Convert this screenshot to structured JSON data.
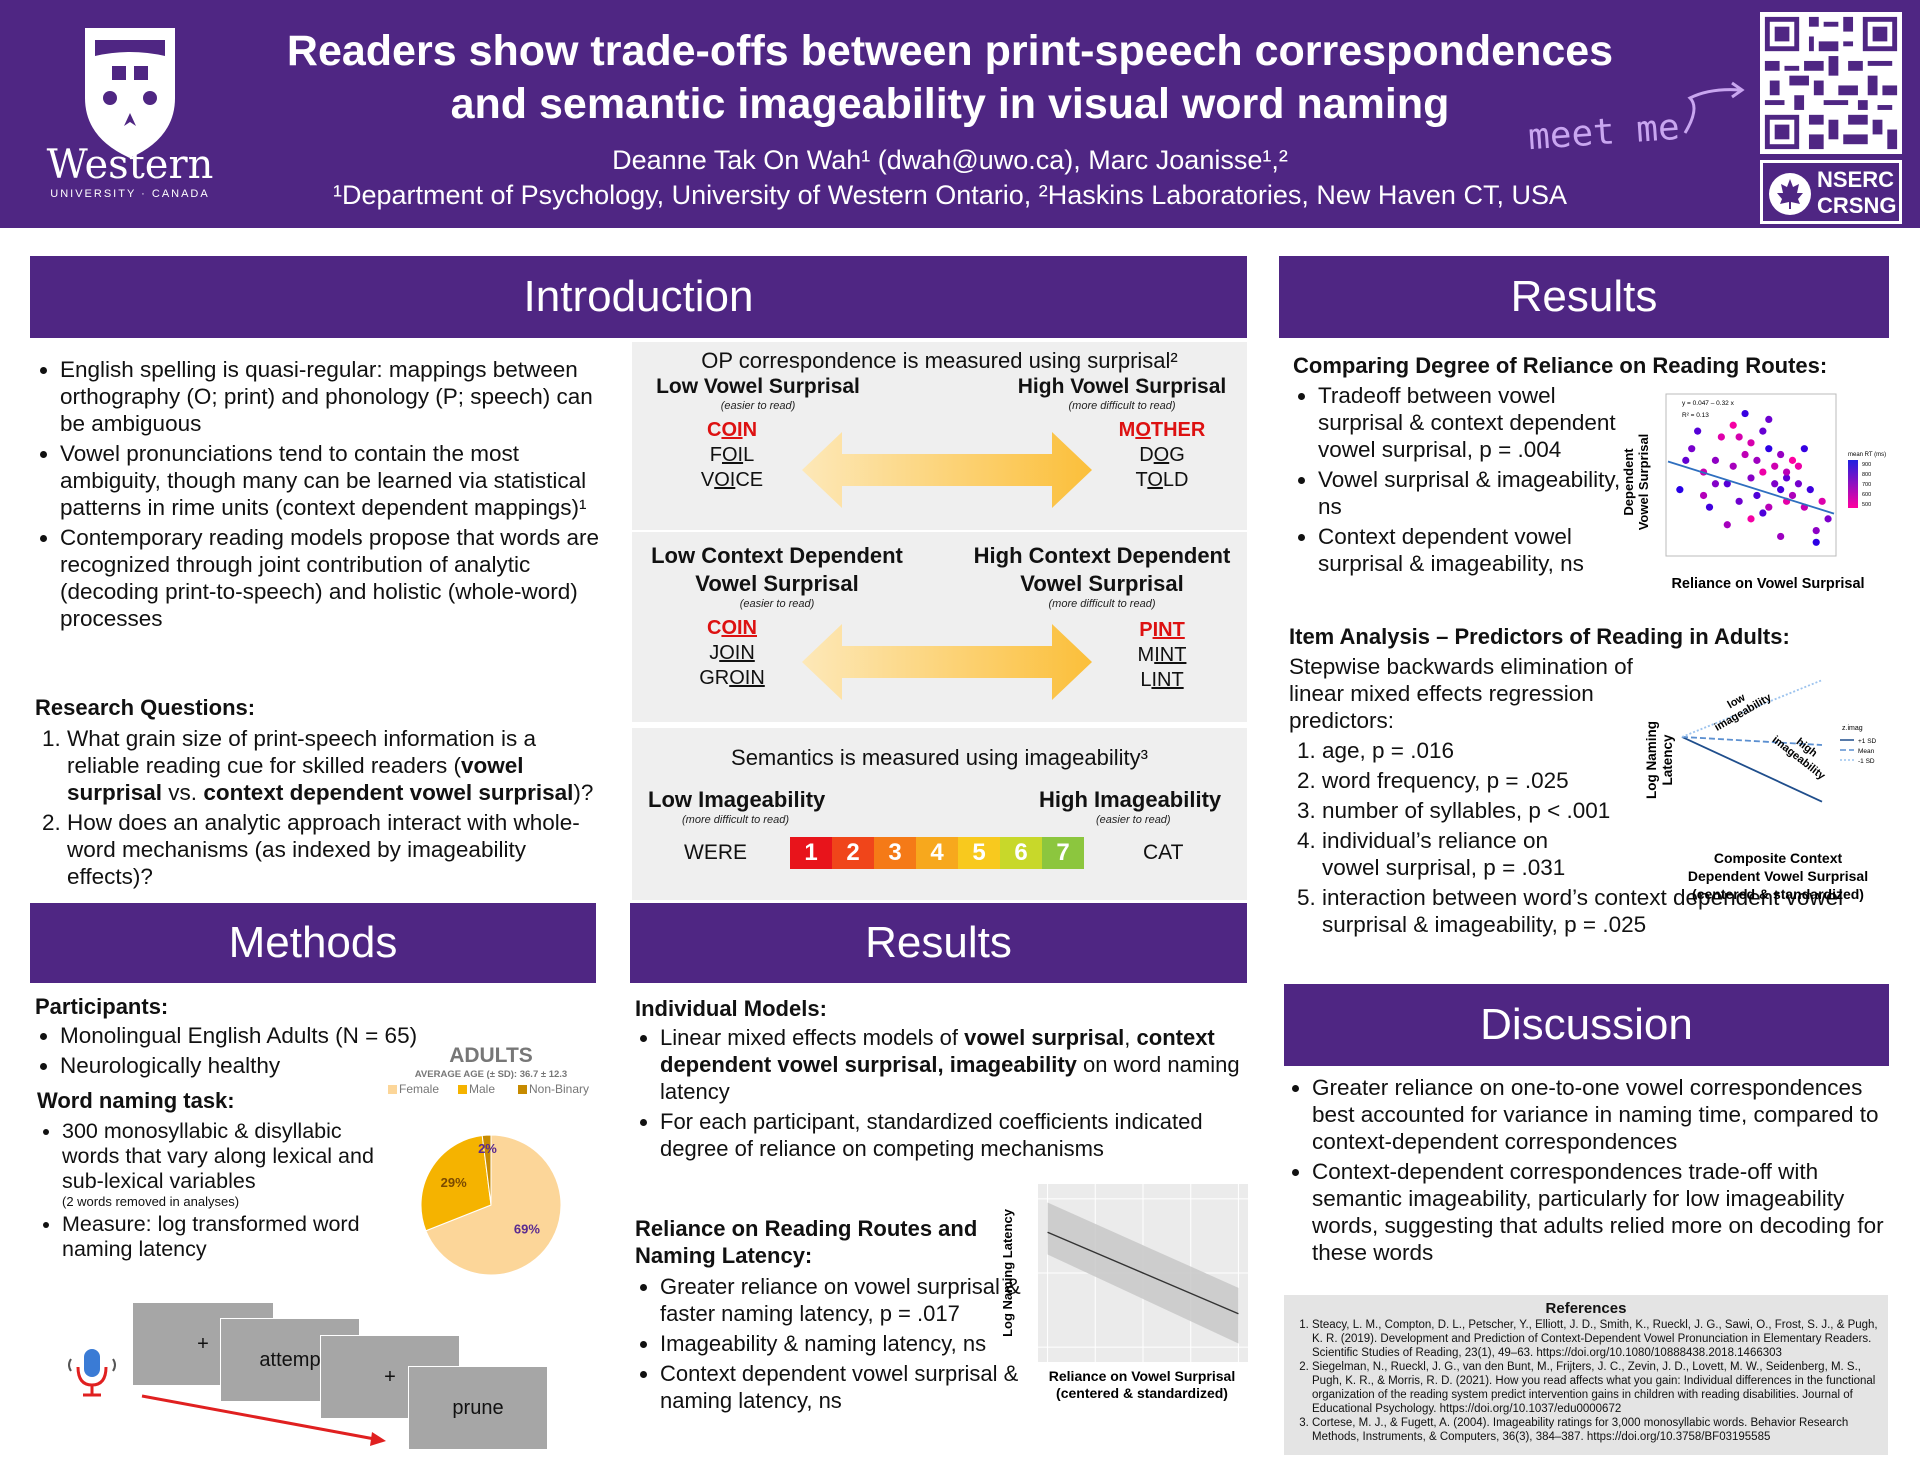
{
  "header": {
    "title_line1": "Readers show trade-offs between print-speech correspondences",
    "title_line2": "and semantic imageability in visual word naming",
    "authors": "Deanne Tak On Wah¹ (dwah@uwo.ca), Marc Joanisse¹,²",
    "affiliations": "¹Department of Psychology, University of Western Ontario, ²Haskins Laboratories, New Haven CT, USA",
    "logo_text": "Western",
    "logo_sub": "UNIVERSITY · CANADA",
    "meet_me": "meet me",
    "nserc_line1": "NSERC",
    "nserc_line2": "CRSNG"
  },
  "intro": {
    "heading": "Introduction",
    "bullets": [
      "English spelling is quasi-regular: mappings between orthography (O; print) and phonology (P; speech) can be ambiguous",
      "Vowel pronunciations tend to contain the most ambiguity, though many can be learned via statistical patterns in rime units (context dependent mappings)¹",
      "Contemporary reading models propose that words are recognized through joint contribution of analytic (decoding print-to-speech) and holistic (whole-word) processes"
    ],
    "rq_heading": "Research Questions:",
    "rq1_a": "What grain size of print-speech information is a reliable reading cue for skilled readers (",
    "rq1_b": "vowel surprisal",
    "rq1_c": " vs. ",
    "rq1_d": "context dependent vowel surprisal",
    "rq1_e": ")?",
    "rq2": "How does an analytic approach interact with whole-word mechanisms (as indexed by imageability effects)?"
  },
  "op_box": {
    "title": "OP correspondence is measured using surprisal²",
    "low": "Low Vowel Surprisal",
    "low_note": "(easier to read)",
    "high": "High Vowel Surprisal",
    "high_note": "(more difficult to read)",
    "low_words": [
      "COIN",
      "FOIL",
      "VOICE"
    ],
    "high_words": [
      "MOTHER",
      "DOG",
      "TOLD"
    ]
  },
  "cd_box": {
    "low": "Low Context Dependent Vowel Surprisal",
    "low_note": "(easier to read)",
    "high": "High Context Dependent Vowel Surprisal",
    "high_note": "(more difficult to read)",
    "low_words": [
      "COIN",
      "JOIN",
      "GROIN"
    ],
    "high_words": [
      "PINT",
      "MINT",
      "LINT"
    ]
  },
  "img_box": {
    "title": "Semantics is measured using imageability³",
    "low": "Low Imageability",
    "low_note": "(more difficult to read)",
    "high": "High Imageability",
    "high_note": "(easier to read)",
    "low_word": "WERE",
    "high_word": "CAT",
    "scale": [
      "1",
      "2",
      "3",
      "4",
      "5",
      "6",
      "7"
    ],
    "scale_colors": [
      "#e8141b",
      "#f0451a",
      "#f57a17",
      "#f7a81d",
      "#f8c91e",
      "#c8d82a",
      "#8cc63e"
    ]
  },
  "methods": {
    "heading": "Methods",
    "participants_h": "Participants:",
    "participants": [
      "Monolingual English Adults (N = 65)",
      "Neurologically healthy"
    ],
    "task_h": "Word naming task:",
    "task1": "300 monosyllabic & disyllabic words that vary along lexical and sub-lexical variables",
    "task1_note": "(2 words removed in analyses)",
    "task2": "Measure: log transformed word naming latency",
    "trial_screens": [
      "+",
      "attemp",
      "+",
      "prune"
    ],
    "mic_icon": "microphone-icon"
  },
  "results_mid": {
    "heading": "Results",
    "im_h": "Individual Models:",
    "im1_a": "Linear mixed effects models of ",
    "im1_b": "vowel surprisal",
    "im1_c": ", ",
    "im1_d": "context dependent vowel surprisal, imageability",
    "im1_e": " on word naming latency",
    "im2": "For each participant, standardized coefficients indicated degree of reliance on competing mechanisms",
    "rr_h": "Reliance on Reading Routes and Naming Latency:",
    "rr1": "Greater reliance on vowel surprisal & faster naming latency, p = .017",
    "rr2": "Imageability & naming latency, ns",
    "rr3": "Context dependent vowel surprisal & naming latency, ns"
  },
  "results_right": {
    "heading": "Results",
    "cmp_h": "Comparing Degree of Reliance on Reading Routes:",
    "cmp1": "Tradeoff between vowel surprisal & context dependent vowel surprisal, p = .004",
    "cmp2": "Vowel surprisal & imageability, ns",
    "cmp3": "Context dependent vowel surprisal & imageability, ns",
    "ia_h": "Item Analysis – Predictors of Reading in Adults:",
    "ia_intro": "Stepwise backwards elimination of linear mixed effects regression predictors:",
    "ia_items": [
      "age, p = .016",
      "word frequency, p = .025",
      "number of syllables, p < .001",
      "individual’s reliance on vowel surprisal, p = .031",
      "interaction between word’s context dependent vowel surprisal & imageability, p = .025"
    ]
  },
  "discussion": {
    "heading": "Discussion",
    "bullets": [
      "Greater reliance on one-to-one vowel correspondences best accounted for variance in naming time, compared to context-dependent correspondences",
      "Context-dependent correspondences trade-off with semantic imageability, particularly for low imageability words, suggesting that adults relied more on decoding for these words"
    ]
  },
  "references": {
    "heading": "References",
    "items": [
      "Steacy, L. M., Compton, D. L., Petscher, Y., Elliott, J. D., Smith, K., Rueckl, J. G., Sawi, O., Frost, S. J., & Pugh, K. R. (2019). Development and Prediction of Context-Dependent Vowel Pronunciation in Elementary Readers. Scientific Studies of Reading, 23(1), 49–63. https://doi.org/10.1080/10888438.2018.1466303",
      "Siegelman, N., Rueckl, J. G., van den Bunt, M., Frijters, J. C., Zevin, J. D., Lovett, M. W., Seidenberg, M. S., Pugh, K. R., & Morris, R. D. (2021). How you read affects what you gain: Individual differences in the functional organization of the reading system predict intervention gains in children with reading disabilities. Journal of Educational Psychology. https://doi.org/10.1037/edu0000672",
      "Cortese, M. J., & Fugett, A. (2004). Imageability ratings for 3,000 monosyllabic words. Behavior Research Methods, Instruments, & Computers, 36(3), 384–387. https://doi.org/10.3758/BF03195585"
    ]
  },
  "chart_data": [
    {
      "type": "pie",
      "title": "ADULTS",
      "subtitle": "AVERAGE AGE (± SD): 36.7 ± 12.3",
      "labels": [
        "Female",
        "Male",
        "Non-Binary"
      ],
      "values": [
        69,
        29,
        2
      ],
      "value_labels": [
        "69%",
        "29%",
        "2%"
      ],
      "colors": [
        "#fcd699",
        "#f5b300",
        "#c68a00"
      ],
      "legend": "top"
    },
    {
      "type": "line",
      "title": "",
      "xlabel": "Reliance on Vowel Surprisal (centered & standardized)",
      "ylabel": "Log Naming Latency",
      "x": [
        -1.0,
        1.0
      ],
      "y": [
        0.55,
        -0.55
      ],
      "ribbon_low": [
        0.25,
        -0.95
      ],
      "ribbon_high": [
        0.95,
        -0.2
      ],
      "xlim": [
        -1.1,
        1.1
      ],
      "ylim": [
        -1.2,
        1.2
      ]
    },
    {
      "type": "scatter",
      "title": "",
      "xlabel": "Reliance on Vowel Surprisal",
      "ylabel": "Reliance on Context Dependent Vowel Surprisal",
      "annotation_eq": "y = 0.047 – 0.32 x",
      "annotation_r2": "R² = 0.13",
      "legend_title": "mean RT (ms)",
      "legend_ticks": [
        "900",
        "800",
        "700",
        "600",
        "500"
      ],
      "fit_x": [
        -0.16,
        0.12
      ],
      "fit_y": [
        0.098,
        0.009
      ],
      "points_x": [
        -0.14,
        -0.12,
        -0.1,
        -0.09,
        -0.08,
        -0.07,
        -0.06,
        -0.05,
        -0.05,
        -0.04,
        -0.03,
        -0.03,
        -0.02,
        -0.02,
        -0.01,
        -0.01,
        0.0,
        0.0,
        0.01,
        0.01,
        0.02,
        0.02,
        0.03,
        0.03,
        0.04,
        0.04,
        0.05,
        0.05,
        0.06,
        0.07,
        0.08,
        0.09,
        0.1,
        -0.11,
        -0.06,
        -0.02,
        0.01,
        0.04,
        0.07,
        -0.08,
        -0.04,
        0.0,
        0.03,
        0.06,
        -0.13,
        -0.1,
        0.09,
        0.11
      ],
      "points_y": [
        0.05,
        0.12,
        0.08,
        0.02,
        0.1,
        0.14,
        0.06,
        0.09,
        0.16,
        0.03,
        0.11,
        0.18,
        0.07,
        0.13,
        0.04,
        0.1,
        0.08,
        0.15,
        0.02,
        0.12,
        0.06,
        0.09,
        0.05,
        0.11,
        0.03,
        0.07,
        0.04,
        0.1,
        0.06,
        0.02,
        0.05,
        -0.02,
        0.03,
        0.15,
        -0.01,
        0.0,
        0.17,
        0.08,
        0.12,
        0.06,
        0.14,
        0.01,
        -0.03,
        0.09,
        0.1,
        0.04,
        -0.04,
        0.0
      ],
      "xlim": [
        -0.16,
        0.12
      ],
      "ylim": [
        -0.06,
        0.21
      ]
    },
    {
      "type": "line",
      "title": "",
      "xlabel": "Composite Context Dependent Vowel Surprisal (centered & standardized)",
      "ylabel": "Log Naming Latency",
      "legend_title": "z.imag",
      "legend_entries": [
        "+1 SD",
        "Mean",
        "-1 SD"
      ],
      "annotations": [
        "low imageability",
        "high imageability"
      ],
      "x": [
        -0.5,
        2.5
      ],
      "series": [
        {
          "name": "+1 SD",
          "values": [
            6.52,
            6.36
          ]
        },
        {
          "name": "Mean",
          "values": [
            6.52,
            6.5
          ]
        },
        {
          "name": "-1 SD",
          "values": [
            6.52,
            6.66
          ]
        }
      ],
      "xlim": [
        -0.5,
        2.5
      ],
      "ylim": [
        6.3,
        6.7
      ]
    }
  ]
}
